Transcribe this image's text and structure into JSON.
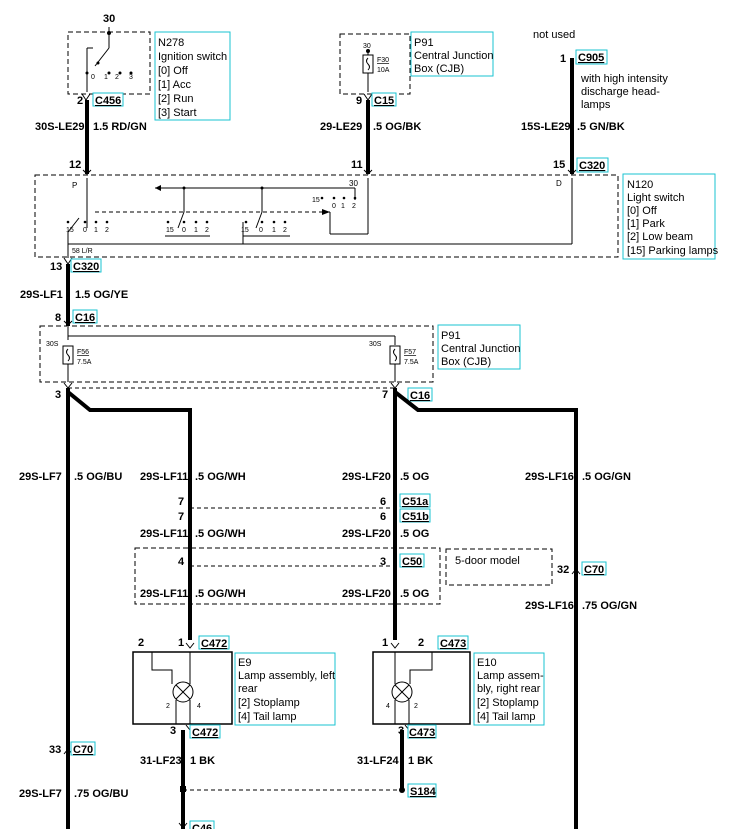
{
  "title": "",
  "top_pin": "30",
  "not_used": "not used",
  "n278": {
    "ref": "N278",
    "name": "Ignition switch",
    "positions": [
      "[0] Off",
      "[1] Acc",
      "[2] Run",
      "[3] Start"
    ],
    "contacts": [
      "0",
      "1",
      "2",
      "3"
    ]
  },
  "p91_top": {
    "ref": "P91",
    "name1": "Central Junction",
    "name2": "Box (CJB)",
    "pin": "30",
    "fuse": "F30",
    "rating": "10A"
  },
  "c905": {
    "pin": "1",
    "id": "C905",
    "note1": "with high intensity",
    "note2": "discharge head-",
    "note3": "lamps"
  },
  "c456": {
    "pin": "2",
    "id": "C456"
  },
  "c15": {
    "pin": "9",
    "id": "C15"
  },
  "wire_le29": {
    "circuit": "30S-LE29",
    "spec": "1.5 RD/GN"
  },
  "wire_le29b": {
    "circuit": "29-LE29",
    "spec": ".5 OG/BK"
  },
  "wire_le29c": {
    "circuit": "15S-LE29",
    "spec": ".5 GN/BK"
  },
  "c320_top": {
    "pins": [
      "12",
      "11",
      "15"
    ],
    "id": "C320"
  },
  "n120": {
    "ref": "N120",
    "name": "Light switch",
    "positions": [
      "[0] Off",
      "[1] Park",
      "[2] Low beam",
      "[15] Parking lamps"
    ],
    "label_p": "P",
    "label_30": "30",
    "label_d": "D",
    "label_58": "58 L/R",
    "sw_labels": [
      "15",
      "0",
      "1",
      "2"
    ]
  },
  "c320_bot": {
    "pin": "13",
    "id": "C320"
  },
  "wire_lf1": {
    "circuit": "29S-LF1",
    "spec": "1.5 OG/YE"
  },
  "c16_top": {
    "pin": "8",
    "id": "C16"
  },
  "p91_mid": {
    "ref": "P91",
    "name1": "Central Junction",
    "name2": "Box (CJB)",
    "pin": "30S",
    "fuse_l": "F56",
    "rating_l": "7.5A",
    "fuse_r": "F57",
    "rating_r": "7.5A"
  },
  "c16_bot": {
    "pin_l": "3",
    "pin_r": "7",
    "id": "C16"
  },
  "wire_lf7": {
    "circuit": "29S-LF7",
    "spec": ".5 OG/BU"
  },
  "wire_lf11": {
    "circuit": "29S-LF11",
    "spec": ".5 OG/WH"
  },
  "wire_lf20": {
    "circuit": "29S-LF20",
    "spec": ".5 OG"
  },
  "wire_lf16": {
    "circuit": "29S-LF16",
    "spec": ".5 OG/GN"
  },
  "c51a": {
    "pin_l": "7",
    "pin_r": "6",
    "id": "C51a"
  },
  "c51b": {
    "pin_l": "7",
    "pin_r": "6",
    "id": "C51b"
  },
  "c50": {
    "pin_l": "4",
    "pin_r": "3",
    "id": "C50"
  },
  "five_door": "5-door model",
  "c70_r": {
    "pin": "32",
    "id": "C70"
  },
  "wire_lf16b": {
    "circuit": "29S-LF16",
    "spec": ".75 OG/GN"
  },
  "c472": {
    "pin_a": "2",
    "pin_b": "1",
    "id": "C472",
    "pin_bot": "3"
  },
  "c473": {
    "pin_a": "1",
    "pin_b": "2",
    "id": "C473",
    "pin_bot": "3"
  },
  "e9": {
    "ref": "E9",
    "l1": "Lamp assembly, left",
    "l2": "rear",
    "l3": "[2] Stoplamp",
    "l4": "[4] Tail lamp",
    "t2": "2",
    "t4": "4"
  },
  "e10": {
    "ref": "E10",
    "l1": "Lamp assem-",
    "l2": "bly, right rear",
    "l3": "[2] Stoplamp",
    "l4": "[4] Tail lamp",
    "t4": "4",
    "t2": "2"
  },
  "c70_l": {
    "pin": "33",
    "id": "C70"
  },
  "wire_lf23": {
    "circuit": "31-LF23",
    "spec": "1 BK"
  },
  "wire_lf24": {
    "circuit": "31-LF24",
    "spec": "1 BK"
  },
  "wire_lf7b": {
    "circuit": "29S-LF7",
    "spec": ".75 OG/BU"
  },
  "s184": {
    "id": "S184"
  },
  "c46": {
    "id": "C46"
  },
  "colors": {
    "callout_border": "#19c3d2",
    "wire": "#000000"
  }
}
